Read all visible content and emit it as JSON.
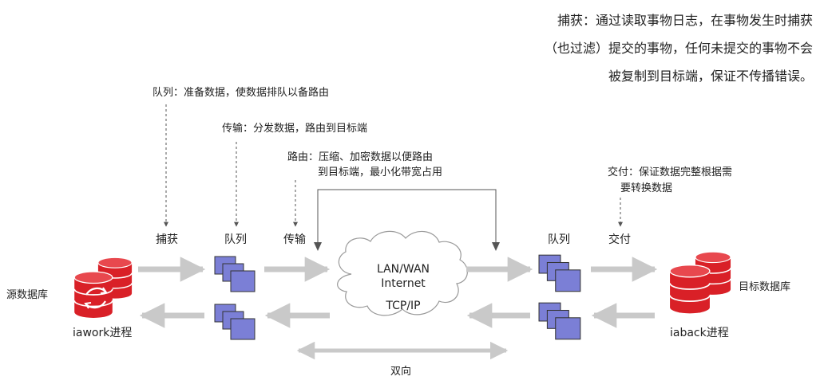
{
  "top_note": {
    "line1": "捕获：通过读取事物日志，在事物发生时捕获",
    "line2": "（也过滤）提交的事物，任何未提交的事物不会",
    "line3": "被复制到目标端，保证不传播错误。"
  },
  "annotations": {
    "queue_note": "队列：准备数据，使数据排队以备路由",
    "transport_note": "传输：分发数据，路由到目标端",
    "route_note_line1": "路由：压缩、加密数据以便路由",
    "route_note_line2": "到目标端，最小化带宽占用",
    "deliver_note_line1": "交付：保证数据完整根据需",
    "deliver_note_line2": "要转换数据"
  },
  "stages": {
    "capture": "捕获",
    "queue_left": "队列",
    "transport": "传输",
    "queue_right": "队列",
    "deliver": "交付"
  },
  "network": {
    "line1": "LAN/WAN",
    "line2": "Internet",
    "line3": "TCP/IP"
  },
  "source": {
    "db_label": "源数据库",
    "process_label": "iawork进程"
  },
  "target": {
    "db_label": "目标数据库",
    "process_label": "iaback进程"
  },
  "bidirectional": "双向",
  "colors": {
    "db_red": "#d92027",
    "queue_blue": "#7b7fd6",
    "arrow_gray": "#c9c9c9"
  }
}
